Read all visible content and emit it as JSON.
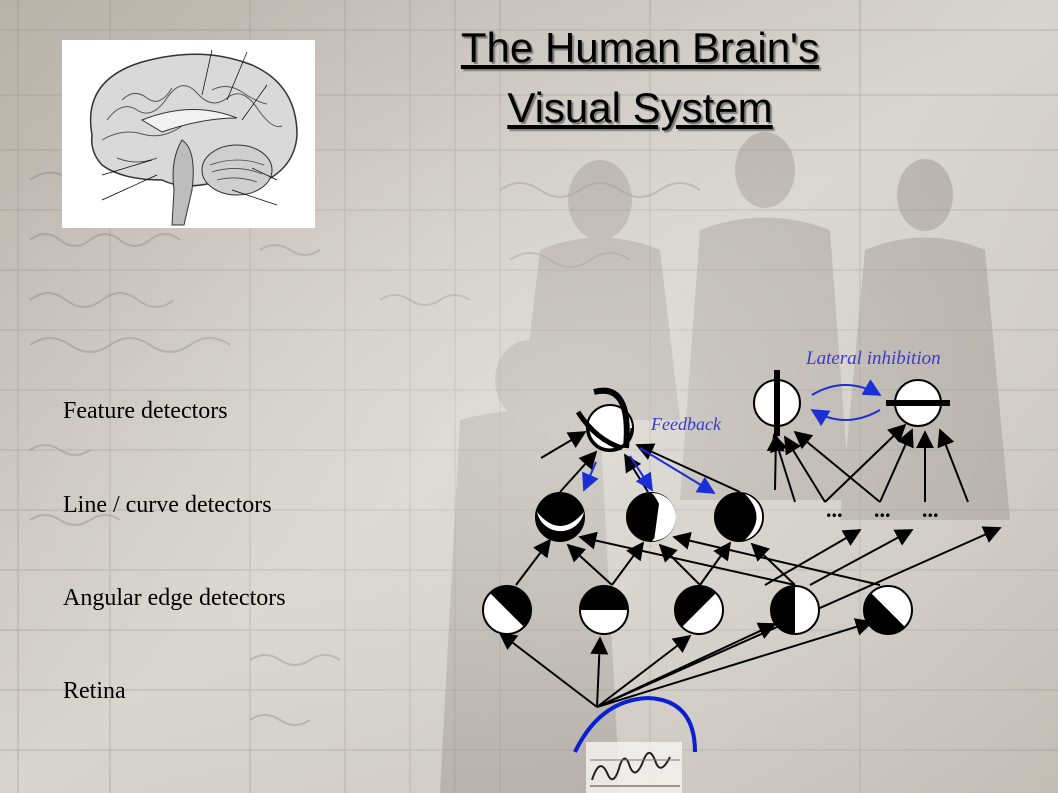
{
  "slide": {
    "title_line1": "The Human Brain's",
    "title_line2": "Visual System"
  },
  "levels": [
    {
      "label": "Feature detectors"
    },
    {
      "label": "Line / curve detectors"
    },
    {
      "label": "Angular edge detectors"
    },
    {
      "label": "Retina"
    }
  ],
  "annotations": {
    "feedback": "Feedback",
    "lateral_inhibition": "Lateral inhibition",
    "ellipsis": "..."
  },
  "colors": {
    "arrow": "#000000",
    "feedback_arrow": "#1a2fd6",
    "annotation_text": "#3a3ad0",
    "retina_arc": "#0a1fd0",
    "background_sepia": "#cdc8c0"
  },
  "icons": {
    "brain_illustration": "brain-sagittal-section-icon",
    "signature": "handwritten-signature-icon"
  }
}
